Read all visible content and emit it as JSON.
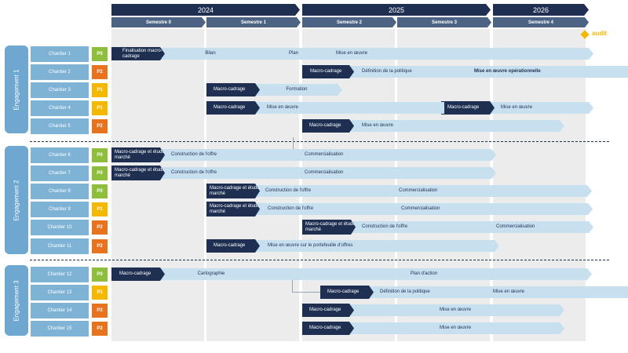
{
  "timeline": {
    "years": [
      "2024",
      "2025",
      "2026"
    ],
    "semesters": [
      "Semestre 0",
      "Semestre 1",
      "Semestre 2",
      "Semestre 3",
      "Semestre 4"
    ],
    "milestone": "audit"
  },
  "engagements": [
    "Engagement 1",
    "Engagement 2",
    "Engagement 3"
  ],
  "colors": {
    "navy": "#1e2f52",
    "light_bar": "#c6e0f0",
    "group": "#6ea7cf",
    "P0": "#8dbf3d",
    "P1": "#f5b800",
    "P2": "#e8731f",
    "audit": "#f5b800"
  },
  "chantiers": [
    {
      "name": "Chantier 1",
      "priority": "P0",
      "bars": [
        "Finalisation macro-cadrage",
        "Bilan",
        "Plan",
        "Mise en œuvre"
      ]
    },
    {
      "name": "Chantier 2",
      "priority": "P2",
      "bars": [
        "Macro-cadrage",
        "Définition de la politique",
        "Mise en œuvre opérationnelle"
      ]
    },
    {
      "name": "Chantier 3",
      "priority": "P1",
      "bars": [
        "Macro-cadrage",
        "Formation"
      ]
    },
    {
      "name": "Chantier 4",
      "priority": "P1",
      "bars": [
        "Macro-cadrage",
        "Mise en œuvre",
        "Macro-cadrage",
        "Mise en œuvre"
      ]
    },
    {
      "name": "Chantier 5",
      "priority": "P2",
      "bars": [
        "Macro-cadrage",
        "Mise en œuvre"
      ]
    },
    {
      "name": "Chantier 6",
      "priority": "P0",
      "bars": [
        "Macro-cadrage et étude marché",
        "Construction de l'offre",
        "Commercialisation"
      ]
    },
    {
      "name": "Chantier 7",
      "priority": "P0",
      "bars": [
        "Macro-cadrage et étude marché",
        "Construction de l'offre",
        "Commercialisation"
      ]
    },
    {
      "name": "Chantier 8",
      "priority": "P0",
      "bars": [
        "Macro-cadrage et étude marché",
        "Construction de l'offre",
        "Commercialisation"
      ]
    },
    {
      "name": "Chantier 9",
      "priority": "P1",
      "bars": [
        "Macro-cadrage et étude marché",
        "Construction de l'offre",
        "Commercialisation"
      ]
    },
    {
      "name": "Chantier 10",
      "priority": "P2",
      "bars": [
        "Macro-cadrage et étude marché",
        "Construction de l'offre",
        "Commercialisation"
      ]
    },
    {
      "name": "Chantier 11",
      "priority": "P2",
      "bars": [
        "Macro-cadrage",
        "Mise en œuvre sur le portefeuille d'offres"
      ]
    },
    {
      "name": "Chantier 12",
      "priority": "P0",
      "bars": [
        "Macro-cadrage",
        "Cartographie",
        "Plan d'action"
      ]
    },
    {
      "name": "Chantier 13",
      "priority": "P1",
      "bars": [
        "Macro-cadrage",
        "Définition de la politique",
        "Mise en œuvre"
      ]
    },
    {
      "name": "Chantier 14",
      "priority": "P2",
      "bars": [
        "Macro-cadrage",
        "Mise en œuvre"
      ]
    },
    {
      "name": "Chantier 15",
      "priority": "P2",
      "bars": [
        "Macro-cadrage",
        "Mise en œuvre"
      ]
    }
  ]
}
